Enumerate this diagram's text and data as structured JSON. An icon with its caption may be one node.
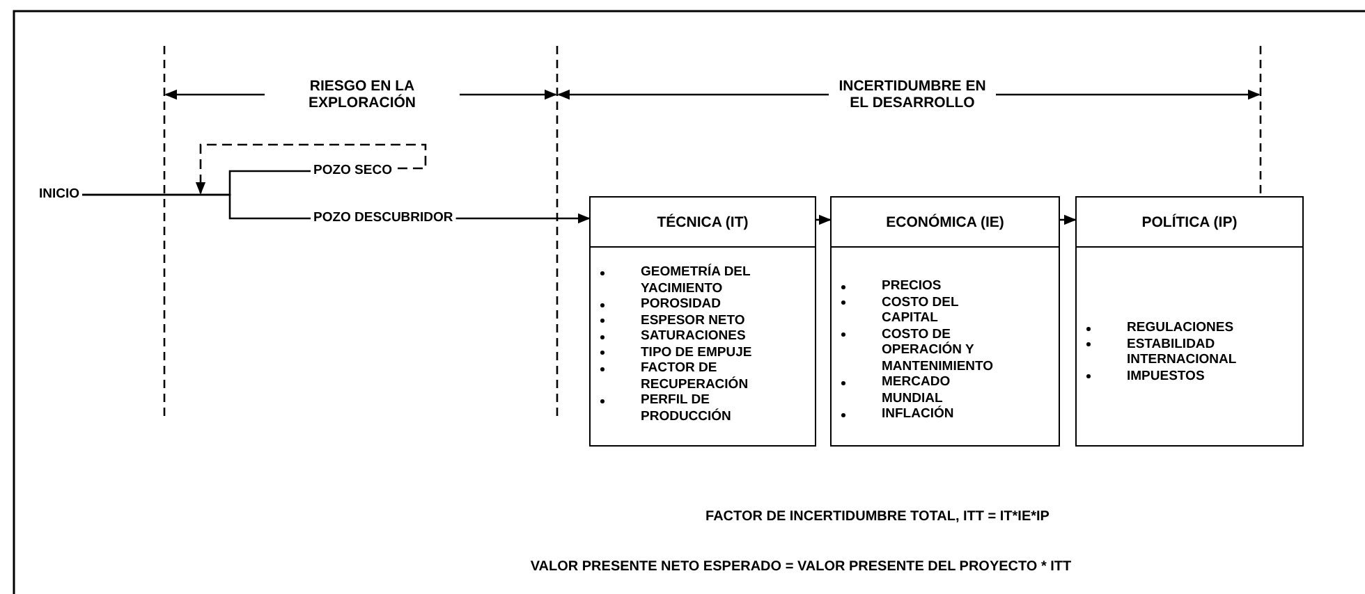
{
  "diagram": {
    "nodes": [
      {
        "text": [
          "INICIO"
        ]
      },
      {
        "text": [
          "POZO SECO"
        ]
      },
      {
        "text": [
          "POZO DESCUBRIDOR"
        ]
      },
      {
        "text": [
          "TÉCNICA (IT)",
          "GEOMETRÍA DEL YACIMIENTO",
          "POROSIDAD",
          "ESPESOR NETO",
          "SATURACIONES",
          "TIPO DE EMPUJE",
          "FACTOR DE RECUPERACIÓN",
          "PERFIL DE PRODUCCIÓN"
        ]
      },
      {
        "text": [
          "ECONÓMICA (IE)",
          "PRECIOS",
          "COSTO DEL CAPITAL",
          "COSTO DE OPERACIÓN Y MANTENIMIENTO",
          "MERCADO MUNDIAL",
          "INFLACIÓN"
        ]
      },
      {
        "text": [
          "POLÍTICA (IP)",
          "REGULACIONES",
          "ESTABILIDAD INTERNACIONAL",
          "IMPUESTOS"
        ]
      }
    ],
    "edges": [
      {
        "from": 0,
        "to": 1,
        "arrow": "none"
      },
      {
        "from": 0,
        "to": 2,
        "arrow": "none"
      },
      {
        "from": 1,
        "to": null,
        "arrow": "to",
        "style": "dashed"
      },
      {
        "from": 2,
        "to": 3,
        "arrow": "to"
      },
      {
        "from": 3,
        "to": 4,
        "arrow": "to"
      },
      {
        "from": 4,
        "to": 5,
        "arrow": "to"
      }
    ],
    "labels": [
      "RIESGO EN LA EXPLORACIÓN",
      "INCERTIDUMBRE EN EL DESARROLLO",
      "FACTOR DE INCERTIDUMBRE TOTAL, ITT = IT*IE*IP",
      "VALOR PRESENTE NETO ESPERADO = VALOR PRESENTE DEL PROYECTO * ITT"
    ]
  }
}
